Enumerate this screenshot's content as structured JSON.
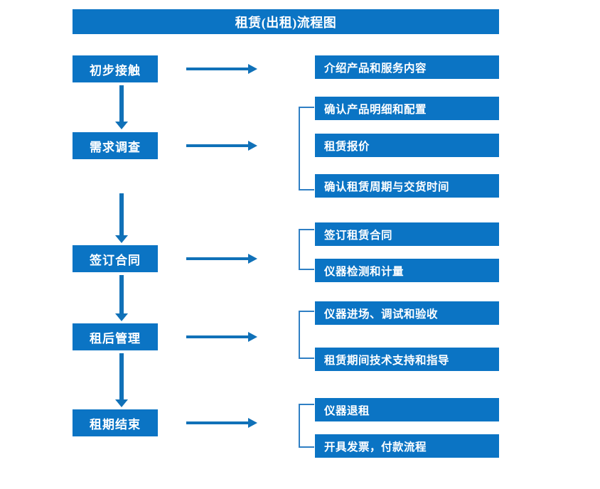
{
  "diagram": {
    "title": "租赁(出租)流程图",
    "accent_color": "#0b74c4",
    "arrow_color": "#1071b8",
    "bracket_color": "#2f7fc4",
    "text_color": "#ffffff",
    "background_color": "#ffffff"
  },
  "stages": [
    {
      "label": "初步接触"
    },
    {
      "label": "需求调查"
    },
    {
      "label": "签订合同"
    },
    {
      "label": "租后管理"
    },
    {
      "label": "租期结束"
    }
  ],
  "details": [
    {
      "label": "介绍产品和服务内容"
    },
    {
      "label": "确认产品明细和配置"
    },
    {
      "label": "租赁报价"
    },
    {
      "label": "确认租赁周期与交货时间"
    },
    {
      "label": "签订租赁合同"
    },
    {
      "label": "仪器检测和计量"
    },
    {
      "label": "仪器进场、调试和验收"
    },
    {
      "label": "租赁期间技术支持和指导"
    },
    {
      "label": "仪器退租"
    },
    {
      "label": "开具发票，付款流程"
    }
  ]
}
